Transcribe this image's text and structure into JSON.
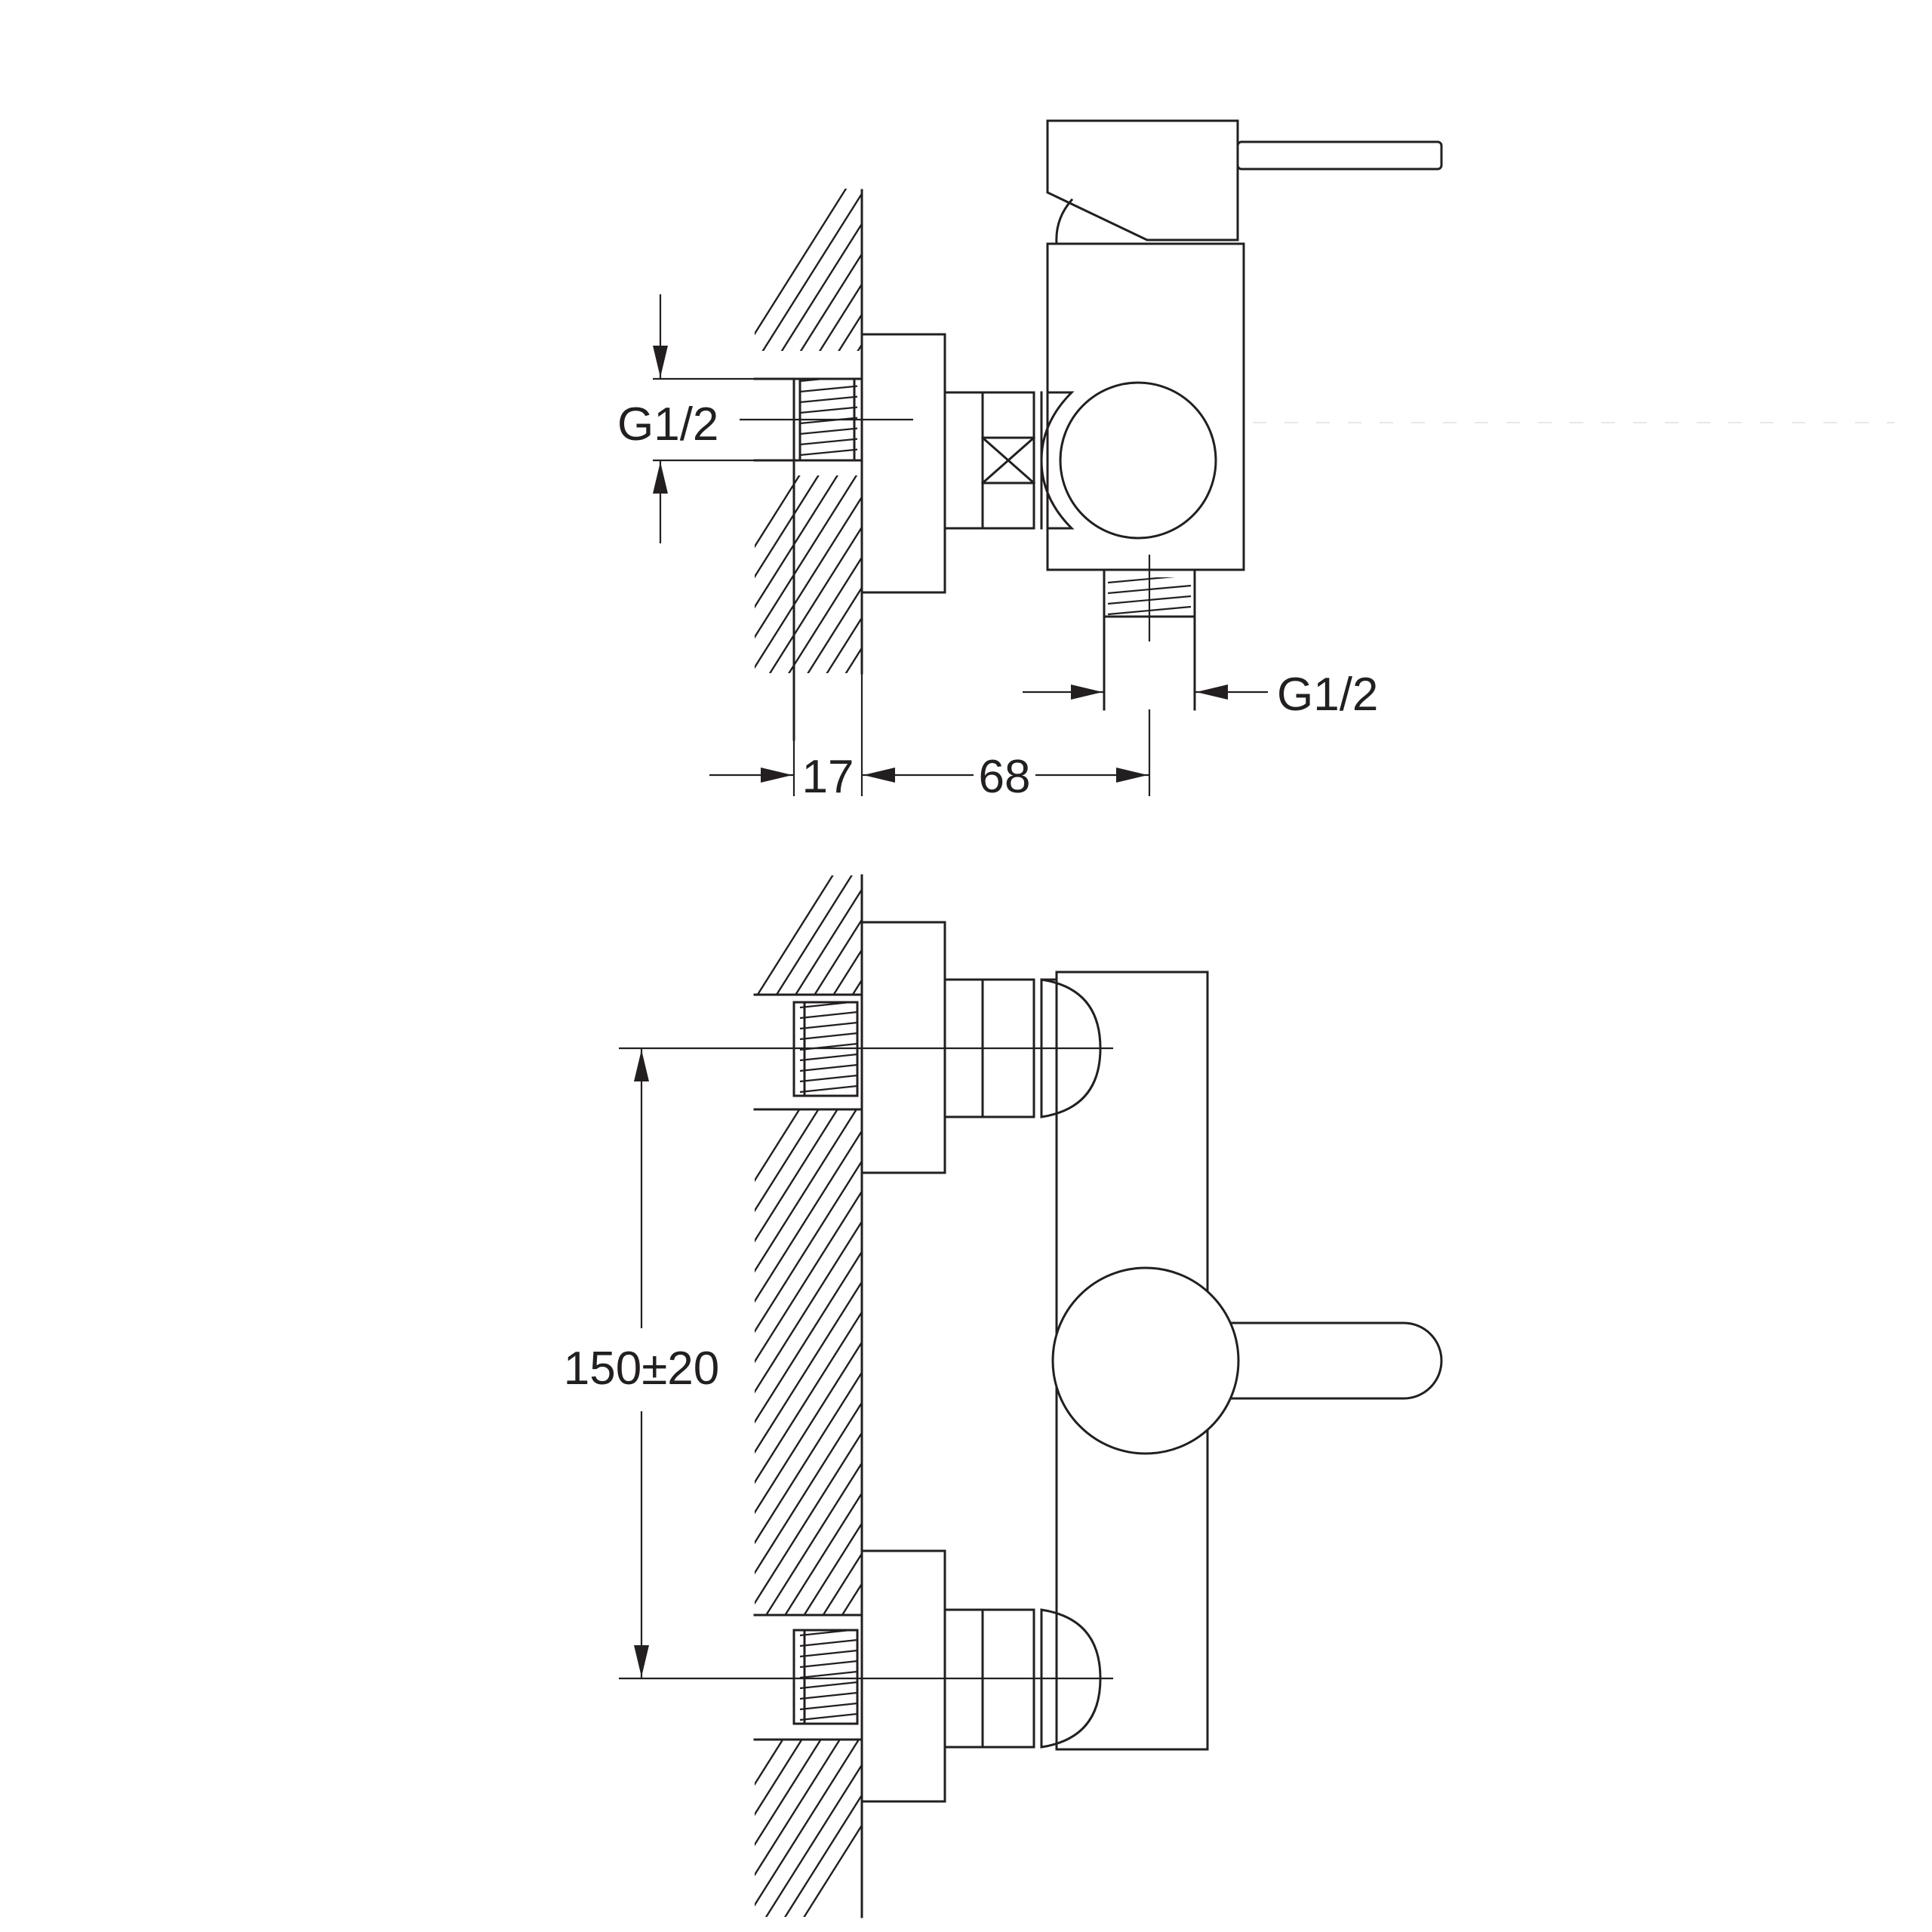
{
  "colors": {
    "line": "#231f20",
    "background": "#ffffff"
  },
  "side_view": {
    "inlet_thread_label": "G1/2",
    "outlet_thread_label": "G1/2",
    "wall_to_thread_dim": "17",
    "wall_to_outlet_dim": "68"
  },
  "front_view": {
    "inlet_spacing_dim": "150±20"
  }
}
